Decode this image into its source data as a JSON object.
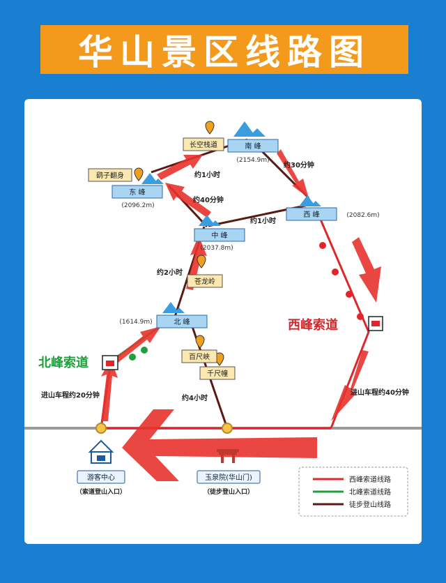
{
  "title": "华山景区线路图",
  "colors": {
    "background": "#1a7fd0",
    "title_bar": "#f39a1c",
    "xifeng_route": "#e0262a",
    "beifeng_route": "#1ea03c",
    "hiking_route": "#5a1a12",
    "peak_box": "#a9d4f2",
    "spot_box": "#fbe7b0",
    "annotation_arrow": "#e8332d"
  },
  "peaks": {
    "nanfeng": {
      "name": "南  峰",
      "elevation": "(2154.9m)"
    },
    "dongfeng": {
      "name": "东  峰",
      "elevation": "(2096.2m)"
    },
    "xifeng": {
      "name": "西  峰",
      "elevation": "(2082.6m)"
    },
    "zhongfeng": {
      "name": "中  峰",
      "elevation": "(2037.8m)"
    },
    "beifeng": {
      "name": "北  峰",
      "elevation": "(1614.9m)"
    }
  },
  "spots": {
    "changkong": "长空栈道",
    "yaozi": "鹞子翻身",
    "canglong": "苍龙岭",
    "baichi": "百尺峡",
    "qianchi": "千尺幢"
  },
  "times": {
    "south_to_west": "约30分钟",
    "east_to_south": "约1小时",
    "mid_to_east": "约40分钟",
    "west_to_mid": "约1小时",
    "north_to_mid": "约2小时",
    "hike_to_north": "约4小时",
    "bus_north": "进山车程约20分钟",
    "bus_west": "进山车程约40分钟"
  },
  "cableways": {
    "beifeng": "北峰索道",
    "xifeng": "西峰索道"
  },
  "entrances": {
    "visitor_center": {
      "name": "游客中心",
      "note": "（索道登山入口）"
    },
    "yuquan": {
      "name": "玉泉院(华山门)",
      "note": "（徒步登山入口）"
    }
  },
  "legend": [
    {
      "label": "西峰索道线路",
      "color": "#e0262a"
    },
    {
      "label": "北峰索道线路",
      "color": "#1ea03c"
    },
    {
      "label": "徒步登山线路",
      "color": "#5a1a12"
    }
  ]
}
